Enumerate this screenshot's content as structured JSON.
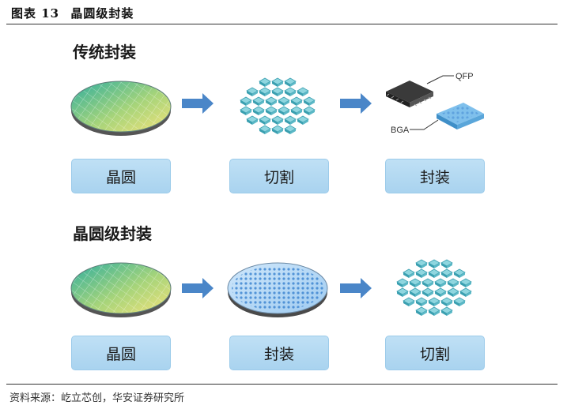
{
  "figure": {
    "label": "图表 13",
    "title": "晶圆级封装",
    "source": "资料来源：屹立芯创，华安证券研究所"
  },
  "traditional": {
    "title": "传统封装",
    "steps": [
      "晶圆",
      "切割",
      "封装"
    ],
    "package_labels": {
      "qfp": "QFP",
      "bga": "BGA"
    }
  },
  "wafer_level": {
    "title": "晶圆级封装",
    "steps": [
      "晶圆",
      "封装",
      "切割"
    ]
  },
  "colors": {
    "arrow": "#4a86c8",
    "stage_box": "#b5d9f2",
    "wafer_gradient": [
      "#3fb8a8",
      "#9fd27a",
      "#e6e37a"
    ],
    "die": "#6fc3cf"
  }
}
